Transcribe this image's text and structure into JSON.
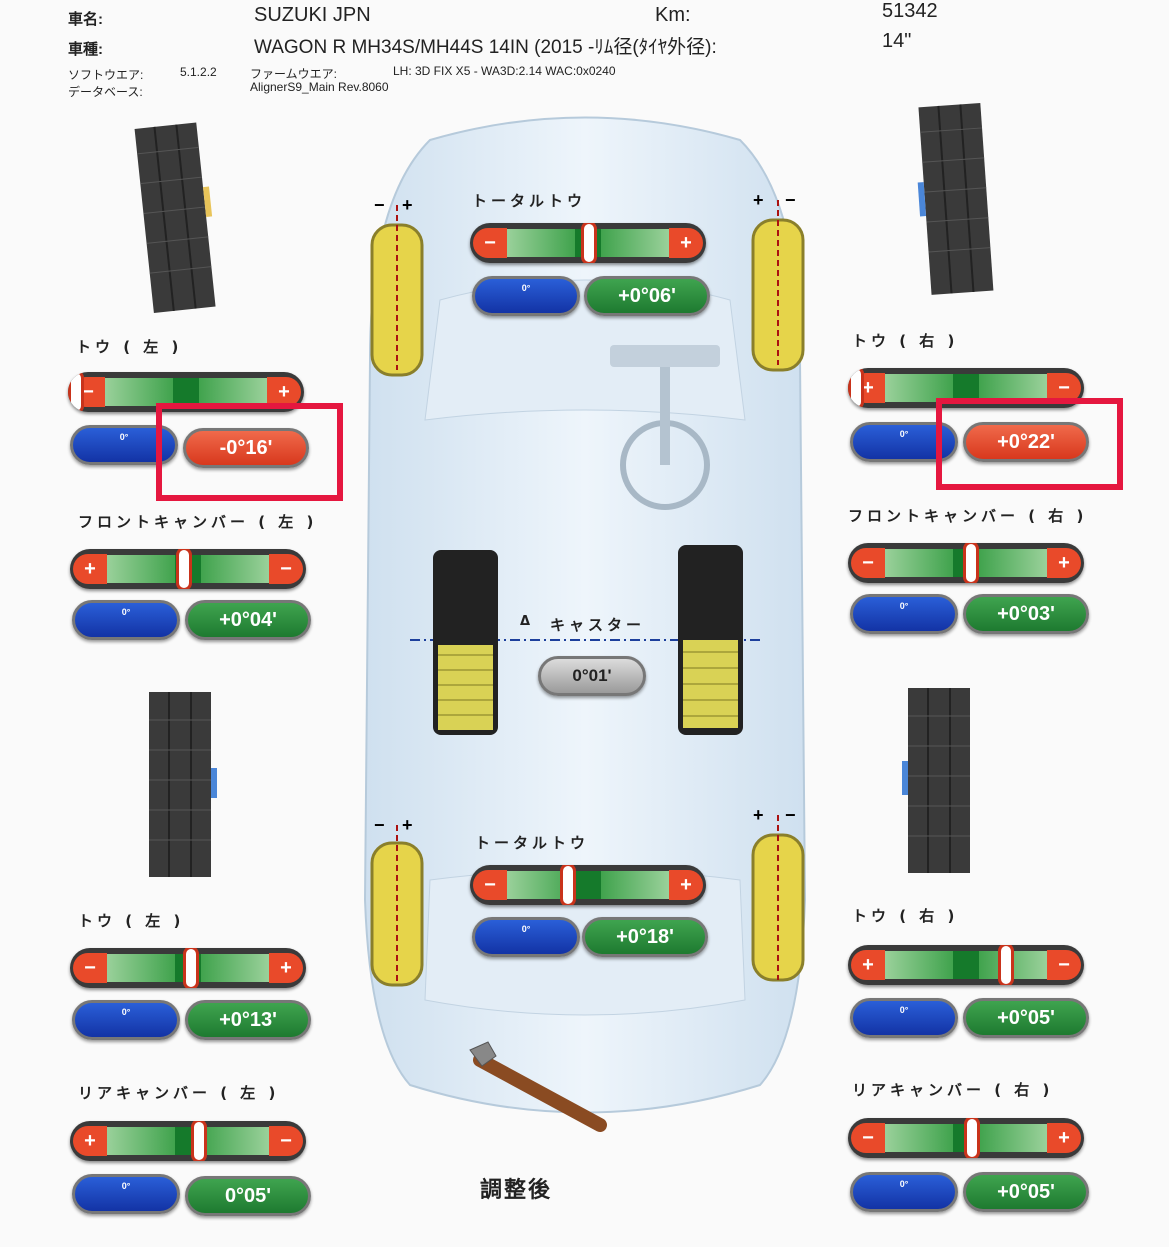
{
  "header": {
    "make_label": "車名:",
    "make_value": "SUZUKI JPN",
    "km_label": "Km:",
    "km_value": "51342",
    "model_label": "車種:",
    "model_value": "WAGON R MH34S/MH44S 14IN (2015 -ﾘﾑ径(ﾀｲﾔ外径):",
    "rim_value": "14\"",
    "software_label": "ソフトウエア:",
    "software_value": "5.1.2.2",
    "firmware_label": "ファームウエア:",
    "firmware_value": "LH: 3D FIX X5 - WA3D:2.14 WAC:0x0240",
    "database_label": "データベース:",
    "database_value": "AlignerS9_Main Rev.8060"
  },
  "front": {
    "total_toe_label": "トータルトウ",
    "total_toe_spec": "0°",
    "total_toe_value": "+0°06'",
    "toe_left_label": "トウ ( 左 )",
    "toe_left_spec": "0°",
    "toe_left_value": "-0°16'",
    "toe_right_label": "トウ ( 右 )",
    "toe_right_spec": "0°",
    "toe_right_value": "+0°22'",
    "camber_left_label": "フロントキャンバー ( 左 )",
    "camber_left_spec": "0°",
    "camber_left_value": "+0°04'",
    "camber_right_label": "フロントキャンバー ( 右 )",
    "camber_right_spec": "0°",
    "camber_right_value": "+0°03'"
  },
  "caster": {
    "label": "キャスター",
    "symbol": "Δ",
    "value": "0°01'"
  },
  "rear": {
    "total_toe_label": "トータルトウ",
    "total_toe_spec": "0°",
    "total_toe_value": "+0°18'",
    "toe_left_label": "トウ ( 左 )",
    "toe_left_spec": "0°",
    "toe_left_value": "+0°13'",
    "toe_right_label": "トウ ( 右 )",
    "toe_right_spec": "0°",
    "toe_right_value": "+0°05'",
    "camber_left_label": "リアキャンバー ( 左 )",
    "camber_left_spec": "0°",
    "camber_left_value": "0°05'",
    "camber_right_label": "リアキャンバー ( 右 )",
    "camber_right_spec": "0°",
    "camber_right_value": "+0°05'"
  },
  "footer": {
    "status": "調整後"
  },
  "symbols": {
    "plus": "+",
    "minus": "−"
  },
  "colors": {
    "out_of_spec": "#e94a2a",
    "in_spec": "#2f9a3e",
    "spec_pill": "#1a3fb8",
    "highlight_box": "#e5173f"
  }
}
